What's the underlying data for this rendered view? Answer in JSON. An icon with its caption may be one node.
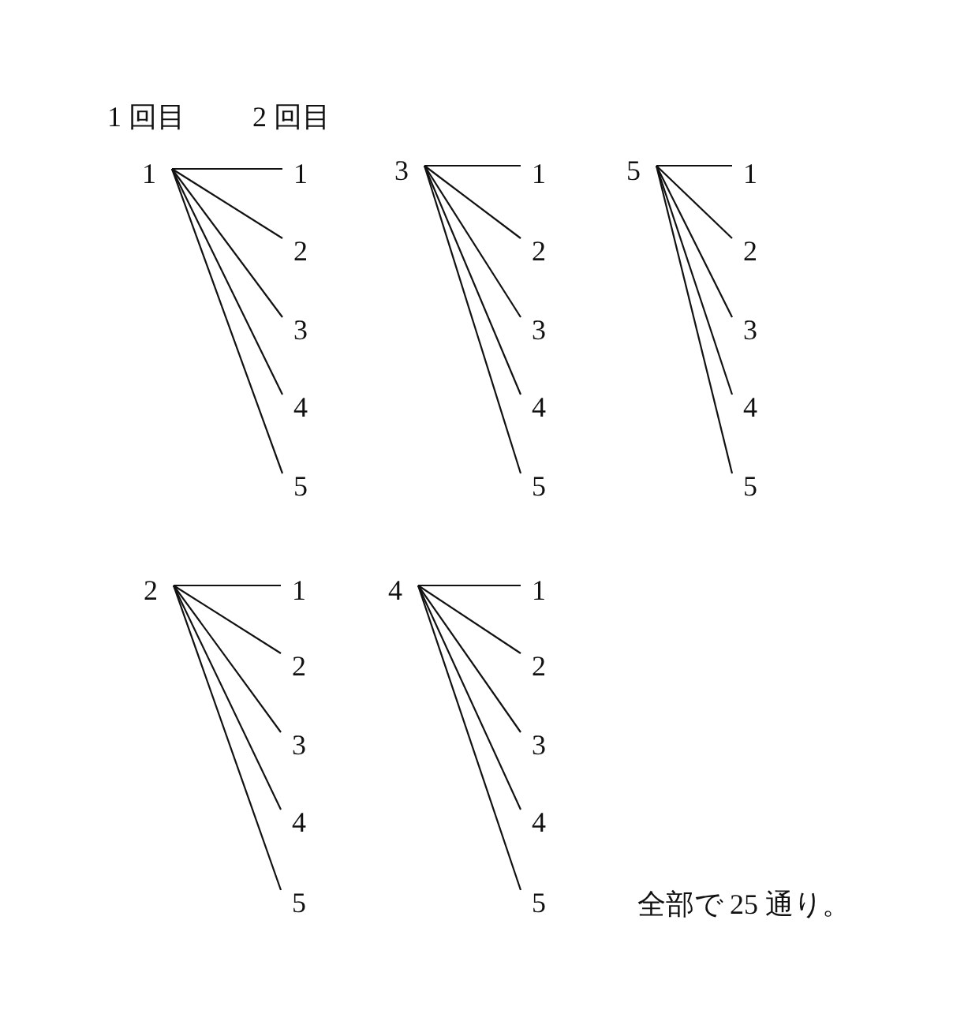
{
  "diagram": {
    "nodes": [
      {
        "text": [
          "1"
        ]
      },
      {
        "text": [
          "1"
        ]
      },
      {
        "text": [
          "2"
        ]
      },
      {
        "text": [
          "3"
        ]
      },
      {
        "text": [
          "4"
        ]
      },
      {
        "text": [
          "5"
        ]
      },
      {
        "text": [
          "3"
        ]
      },
      {
        "text": [
          "1"
        ]
      },
      {
        "text": [
          "2"
        ]
      },
      {
        "text": [
          "3"
        ]
      },
      {
        "text": [
          "4"
        ]
      },
      {
        "text": [
          "5"
        ]
      },
      {
        "text": [
          "5"
        ]
      },
      {
        "text": [
          "1"
        ]
      },
      {
        "text": [
          "2"
        ]
      },
      {
        "text": [
          "3"
        ]
      },
      {
        "text": [
          "4"
        ]
      },
      {
        "text": [
          "5"
        ]
      },
      {
        "text": [
          "2"
        ]
      },
      {
        "text": [
          "1"
        ]
      },
      {
        "text": [
          "2"
        ]
      },
      {
        "text": [
          "3"
        ]
      },
      {
        "text": [
          "4"
        ]
      },
      {
        "text": [
          "5"
        ]
      },
      {
        "text": [
          "4"
        ]
      },
      {
        "text": [
          "1"
        ]
      },
      {
        "text": [
          "2"
        ]
      },
      {
        "text": [
          "3"
        ]
      },
      {
        "text": [
          "4"
        ]
      },
      {
        "text": [
          "5"
        ]
      }
    ],
    "edges": [
      {
        "from": 0,
        "to": 1,
        "arrow": "none"
      },
      {
        "from": 0,
        "to": 2,
        "arrow": "none"
      },
      {
        "from": 0,
        "to": 3,
        "arrow": "none"
      },
      {
        "from": 0,
        "to": 4,
        "arrow": "none"
      },
      {
        "from": 0,
        "to": 5,
        "arrow": "none"
      },
      {
        "from": 6,
        "to": 7,
        "arrow": "none"
      },
      {
        "from": 6,
        "to": 8,
        "arrow": "none"
      },
      {
        "from": 6,
        "to": 9,
        "arrow": "none"
      },
      {
        "from": 6,
        "to": 10,
        "arrow": "none"
      },
      {
        "from": 6,
        "to": 11,
        "arrow": "none"
      },
      {
        "from": 12,
        "to": 13,
        "arrow": "none"
      },
      {
        "from": 12,
        "to": 14,
        "arrow": "none"
      },
      {
        "from": 12,
        "to": 15,
        "arrow": "none"
      },
      {
        "from": 12,
        "to": 16,
        "arrow": "none"
      },
      {
        "from": 12,
        "to": 17,
        "arrow": "none"
      },
      {
        "from": 18,
        "to": 19,
        "arrow": "none"
      },
      {
        "from": 18,
        "to": 20,
        "arrow": "none"
      },
      {
        "from": 18,
        "to": 21,
        "arrow": "none"
      },
      {
        "from": 18,
        "to": 22,
        "arrow": "none"
      },
      {
        "from": 18,
        "to": 23,
        "arrow": "none"
      },
      {
        "from": 24,
        "to": 25,
        "arrow": "none"
      },
      {
        "from": 24,
        "to": 26,
        "arrow": "none"
      },
      {
        "from": 24,
        "to": 27,
        "arrow": "none"
      },
      {
        "from": 24,
        "to": 28,
        "arrow": "none"
      },
      {
        "from": 24,
        "to": 29,
        "arrow": "none"
      }
    ],
    "labels": [
      "1 回目",
      "2 回目",
      "全部で 25 通り。"
    ]
  }
}
